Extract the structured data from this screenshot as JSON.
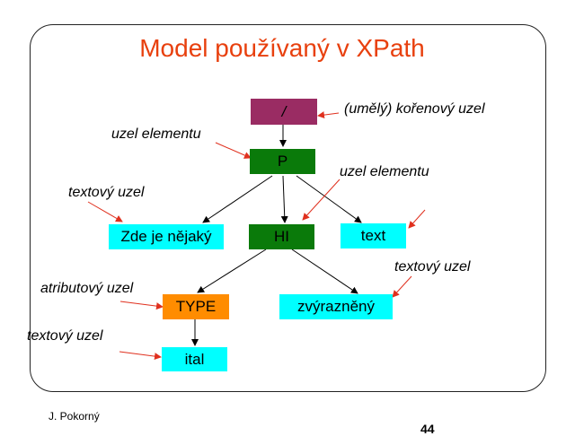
{
  "title": "Model používaný v XPath",
  "nodes": {
    "root": "/",
    "p": "P",
    "text_zde": "Zde je nějaký",
    "hi": "HI",
    "text_text": "text",
    "type": "TYPE",
    "text_zvyraznenny": "zvýrazněný",
    "ital": "ital"
  },
  "labels": {
    "root_label": "(umělý) kořenový uzel",
    "element_label_left": "uzel elementu",
    "element_label_right": "uzel elementu",
    "text_label_left": "textový uzel",
    "text_label_right": "textový uzel",
    "attribute_label": "atributový uzel",
    "text_label_bottom": "textový uzel"
  },
  "colors": {
    "root": "#9a2c63",
    "element": "#0a7a0a",
    "text": "#00ffff",
    "attribute": "#ff8c00",
    "title": "#e8400e",
    "arrow_red": "#e0301e"
  },
  "footer": {
    "author": "J. Pokorný",
    "page": "44"
  }
}
